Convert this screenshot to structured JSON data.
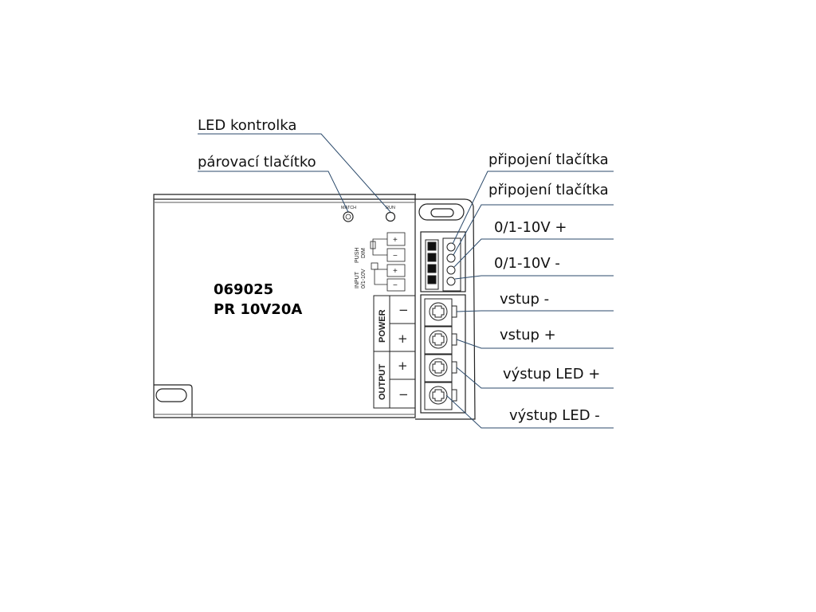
{
  "callouts": {
    "led_indicator": "LED kontrolka",
    "pairing_button": "párovací tlačítko",
    "button_connection_1": "připojení tlačítka",
    "button_connection_2": "připojení tlačítka",
    "dim_plus": "0/1-10V +",
    "dim_minus": "0/1-10V -",
    "input_minus": "vstup -",
    "input_plus": "vstup +",
    "output_led_plus": "výstup LED +",
    "output_led_minus": "výstup LED -"
  },
  "device": {
    "code": "069025",
    "model": "PR 10V20A",
    "match_label": "MATCH",
    "run_label": "RUN",
    "push_dim_label_1": "PUSH",
    "push_dim_label_2": "DIM",
    "input_label_1": "INPUT",
    "input_label_2": "0/1-10V",
    "power_label": "POWER",
    "output_label": "OUTPUT",
    "plus": "+",
    "minus": "−"
  }
}
